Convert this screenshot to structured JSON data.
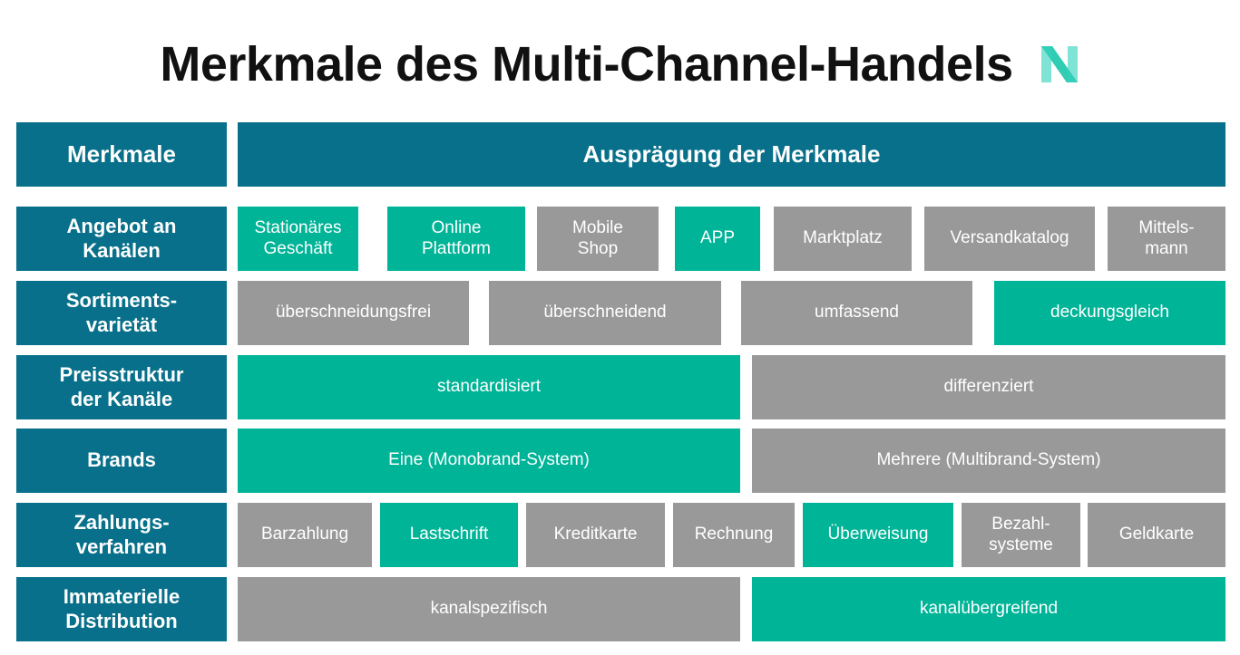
{
  "title": "Merkmale des Multi-Channel-Handels",
  "logo_icon": "brand-n-logo-icon",
  "colors": {
    "header": "#08708a",
    "selected": "#00b497",
    "unselected": "#999999"
  },
  "header": {
    "left": "Merkmale",
    "right": "Ausprägung der Merkmale"
  },
  "rows": [
    {
      "label": "Angebot an\nKanälen",
      "cells": [
        {
          "text": "Stationäres\nGeschäft",
          "selected": true
        },
        {
          "text": "Online\nPlattform",
          "selected": true
        },
        {
          "text": "Mobile\nShop",
          "selected": false
        },
        {
          "text": "APP",
          "selected": true
        },
        {
          "text": "Marktplatz",
          "selected": false
        },
        {
          "text": "Versandkatalog",
          "selected": false
        },
        {
          "text": "Mittels-\nmann",
          "selected": false
        }
      ]
    },
    {
      "label": "Sortiments-\nvarietät",
      "cells": [
        {
          "text": "überschneidungsfrei",
          "selected": false
        },
        {
          "text": "überschneidend",
          "selected": false
        },
        {
          "text": "umfassend",
          "selected": false
        },
        {
          "text": "deckungsgleich",
          "selected": true
        }
      ]
    },
    {
      "label": "Preisstruktur\nder Kanäle",
      "cells": [
        {
          "text": "standardisiert",
          "selected": true
        },
        {
          "text": "differenziert",
          "selected": false
        }
      ]
    },
    {
      "label": "Brands",
      "cells": [
        {
          "text": "Eine (Monobrand-System)",
          "selected": true
        },
        {
          "text": "Mehrere (Multibrand-System)",
          "selected": false
        }
      ]
    },
    {
      "label": "Zahlungs-\nverfahren",
      "cells": [
        {
          "text": "Barzahlung",
          "selected": false
        },
        {
          "text": "Lastschrift",
          "selected": true
        },
        {
          "text": "Kreditkarte",
          "selected": false
        },
        {
          "text": "Rechnung",
          "selected": false
        },
        {
          "text": "Überweisung",
          "selected": true
        },
        {
          "text": "Bezahl-\nsysteme",
          "selected": false
        },
        {
          "text": "Geldkarte",
          "selected": false
        }
      ]
    },
    {
      "label": "Immaterielle\nDistribution",
      "cells": [
        {
          "text": "kanalspezifisch",
          "selected": false
        },
        {
          "text": "kanalübergreifend",
          "selected": true
        }
      ]
    }
  ]
}
